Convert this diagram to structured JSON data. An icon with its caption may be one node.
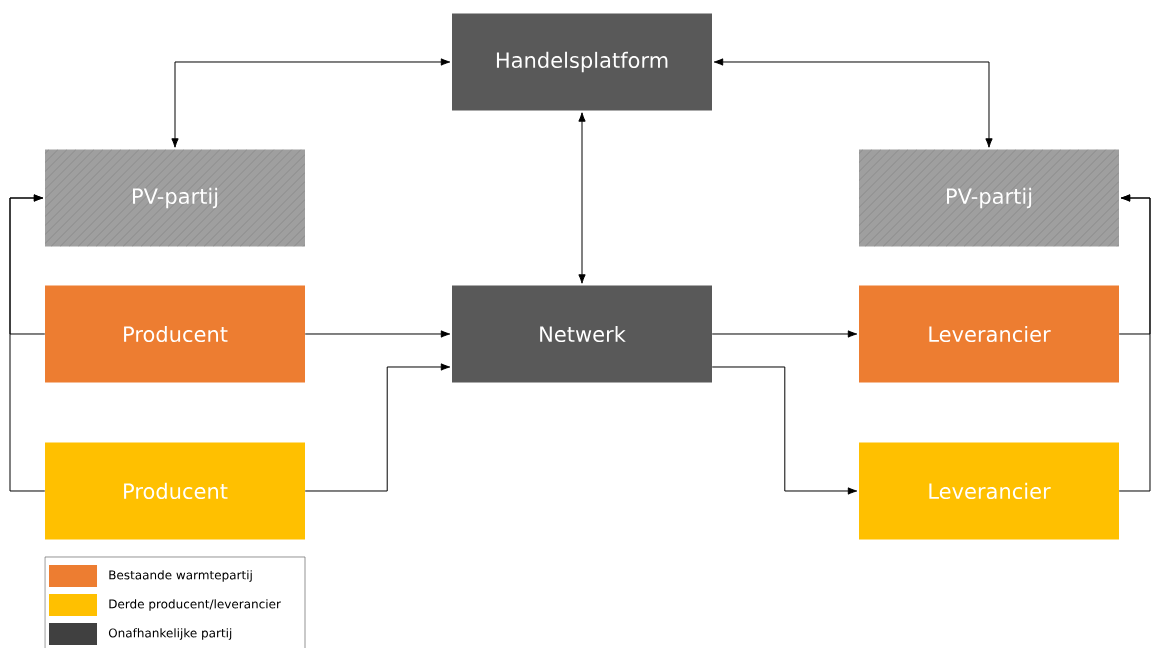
{
  "diagram": {
    "nodes": [
      {
        "text": [
          "Handelsplatform"
        ]
      },
      {
        "text": [
          "PV-partij"
        ]
      },
      {
        "text": [
          "PV-partij"
        ]
      },
      {
        "text": [
          "Producent"
        ]
      },
      {
        "text": [
          "Netwerk"
        ]
      },
      {
        "text": [
          "Leverancier"
        ]
      },
      {
        "text": [
          "Producent"
        ]
      },
      {
        "text": [
          "Leverancier"
        ]
      }
    ],
    "edges": [
      {
        "from": 0,
        "to": 1,
        "arrow": "both"
      },
      {
        "from": 0,
        "to": 2,
        "arrow": "both"
      },
      {
        "from": 0,
        "to": 4,
        "arrow": "both"
      },
      {
        "from": 3,
        "to": 4,
        "arrow": "to"
      },
      {
        "from": 6,
        "to": 4,
        "arrow": "to"
      },
      {
        "from": 4,
        "to": 5,
        "arrow": "to"
      },
      {
        "from": 4,
        "to": 7,
        "arrow": "to"
      },
      {
        "from": 3,
        "to": 1,
        "arrow": "to"
      },
      {
        "from": 6,
        "to": 1,
        "arrow": "to"
      },
      {
        "from": 5,
        "to": 2,
        "arrow": "to"
      },
      {
        "from": 7,
        "to": 2,
        "arrow": "to"
      }
    ],
    "legend": [
      {
        "text": "Bestaande warmtepartij",
        "color": "#ed7d31"
      },
      {
        "text": "Derde producent/leverancier",
        "color": "#ffc000"
      },
      {
        "text": "Onafhankelijke partij",
        "color": "#404040"
      }
    ]
  }
}
